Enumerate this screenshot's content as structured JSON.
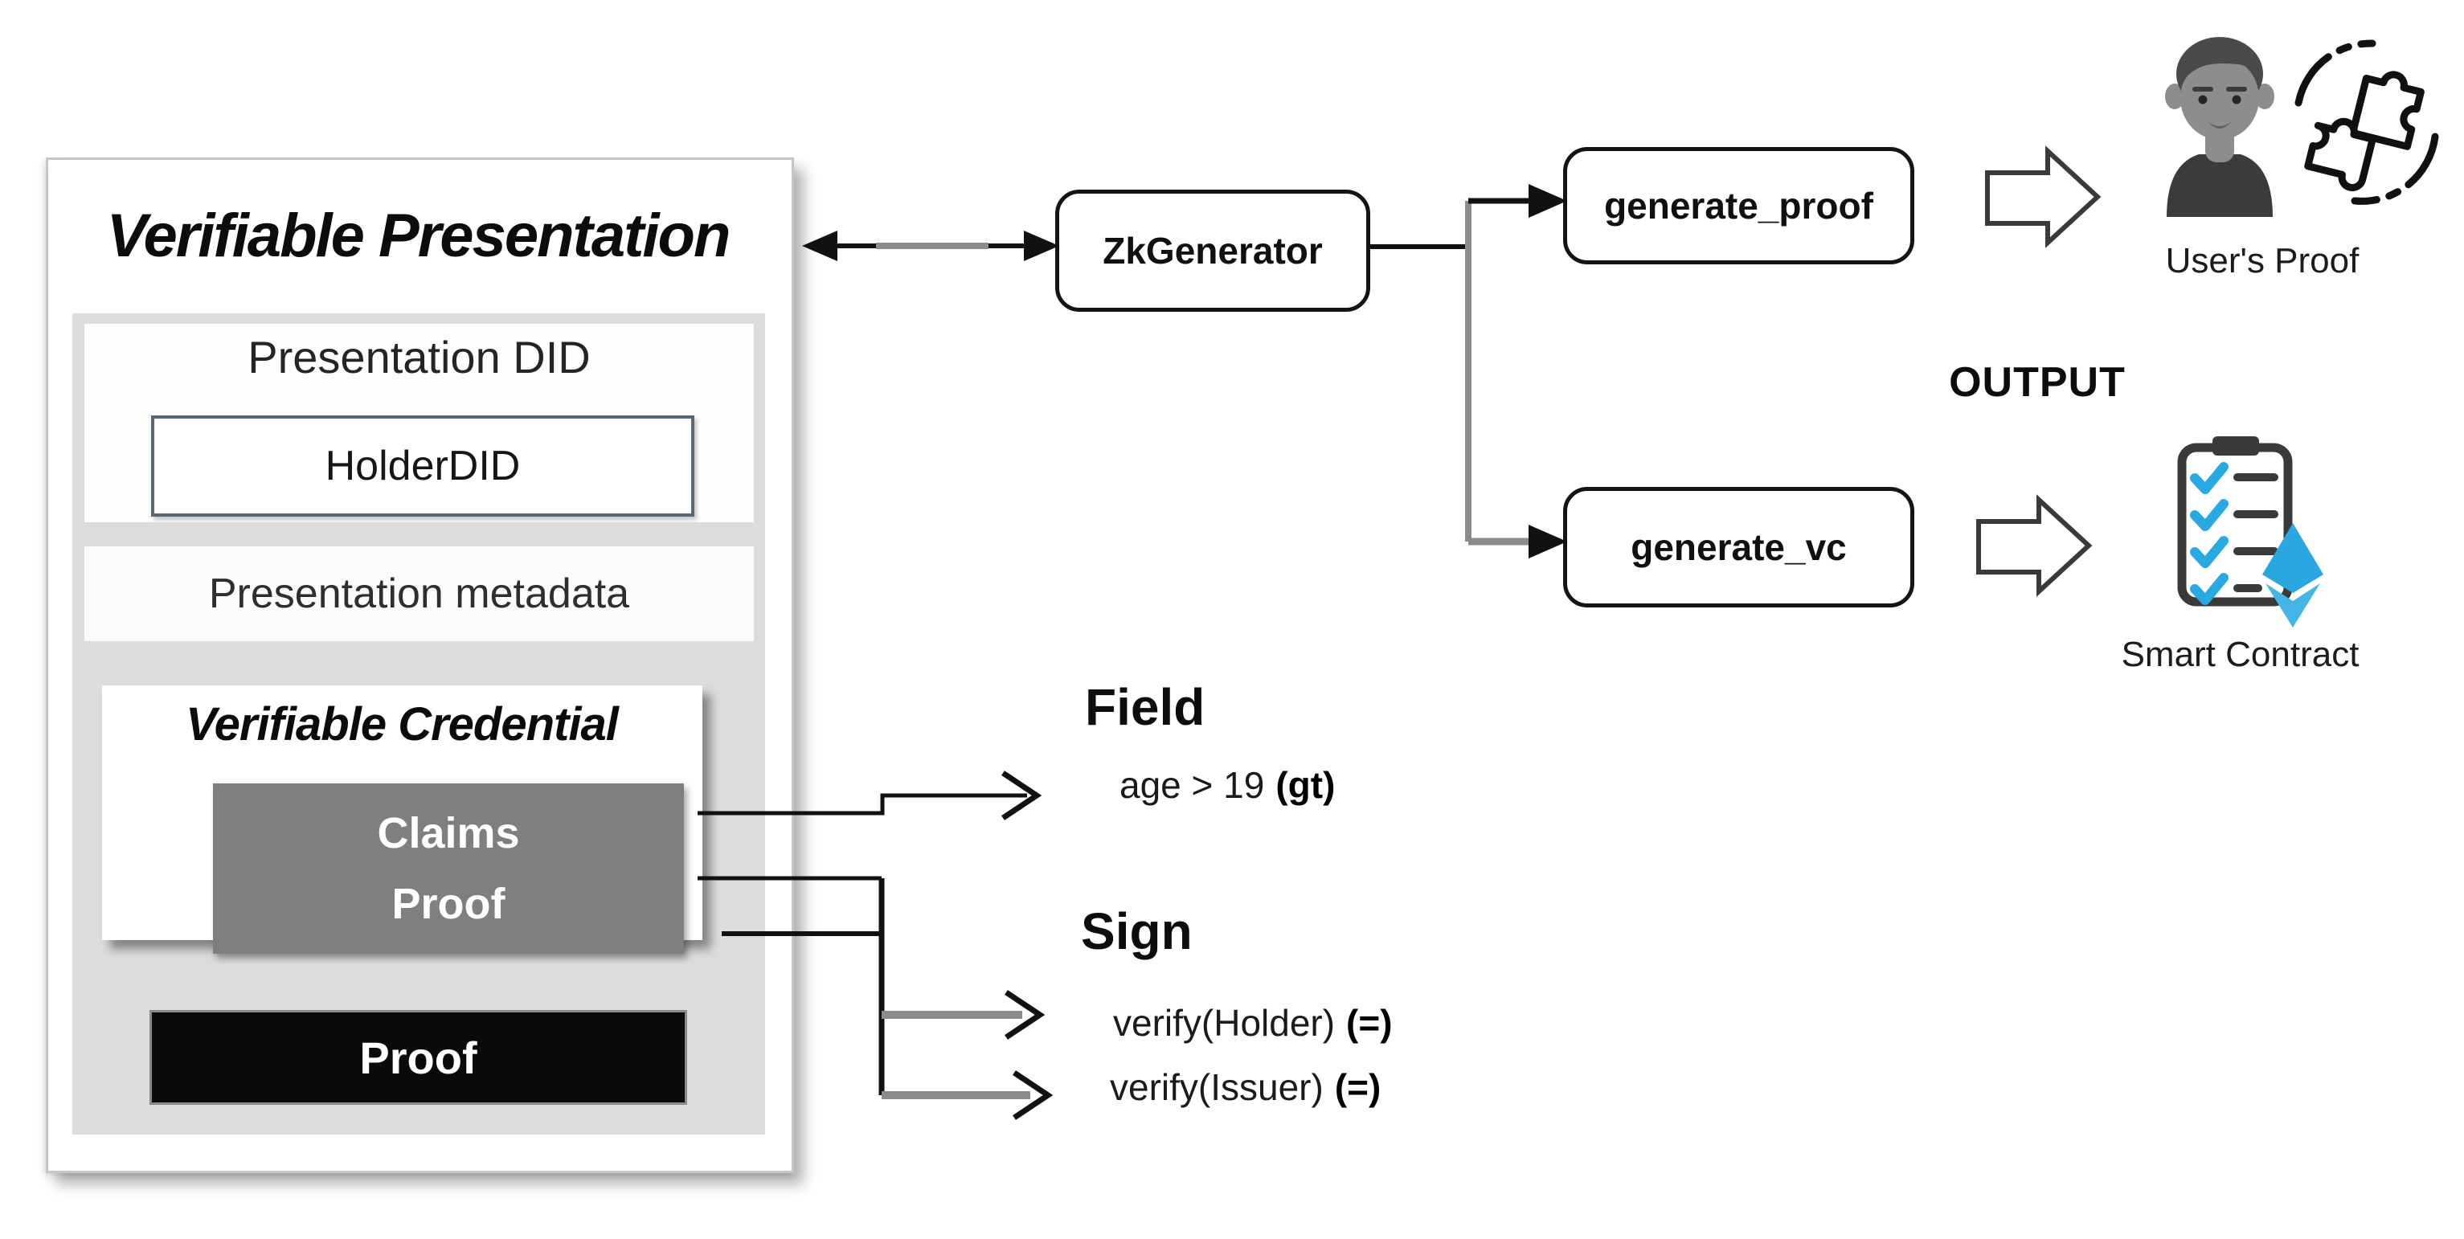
{
  "vp": {
    "title": "Verifiable Presentation",
    "presentation_did": {
      "label": "Presentation DID",
      "holder": "HolderDID"
    },
    "presentation_metadata": {
      "label": "Presentation metadata"
    },
    "credential": {
      "title": "Verifiable Credential",
      "claims": "Claims",
      "proof": "Proof"
    },
    "proof_label": "Proof"
  },
  "nodes": {
    "zk_generator": {
      "label": "ZkGenerator"
    },
    "generate_proof": {
      "label": "generate_proof"
    },
    "generate_vc": {
      "label": "generate_vc"
    }
  },
  "outputs": {
    "heading": "OUTPUT",
    "users_proof": {
      "label": "User's Proof",
      "icons": [
        "user-avatar-icon",
        "puzzle-sync-icon"
      ]
    },
    "smart_contract": {
      "label": "Smart Contract",
      "icons": [
        "clipboard-checklist-icon",
        "ethereum-icon"
      ]
    }
  },
  "annotations": {
    "field": {
      "heading": "Field",
      "expr": "age > 19",
      "op": "(gt)"
    },
    "sign": {
      "heading": "Sign",
      "lines": [
        {
          "expr": "verify(Holder)",
          "op": "(=)"
        },
        {
          "expr": "verify(Issuer)",
          "op": "(=)"
        }
      ]
    }
  },
  "colors": {
    "panel_gray": "#dcdcdc",
    "claims_gray": "#7f7f7f",
    "proof_black": "#0a0a0a",
    "holder_border": "#5b6770",
    "accent_blue": "#29a9e1",
    "connector_gray": "#8c8c8c",
    "line_black": "#111111"
  }
}
